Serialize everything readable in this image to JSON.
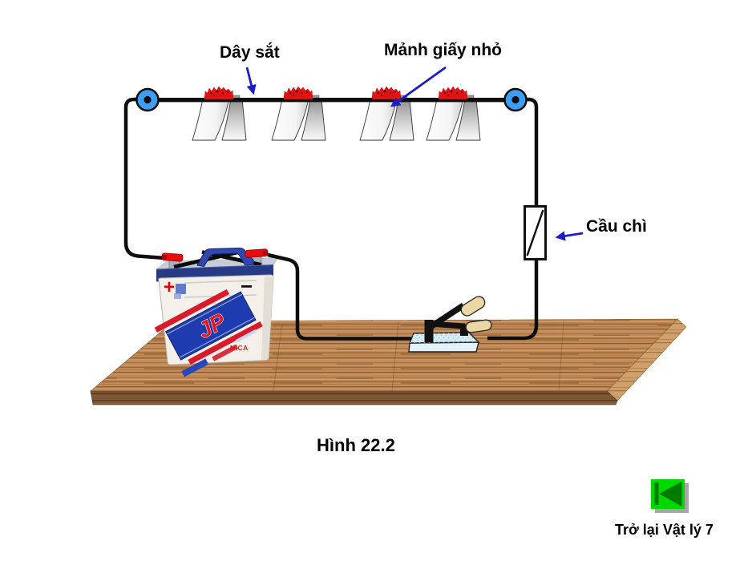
{
  "figure": {
    "caption": "Hình 22.2",
    "labels": {
      "iron_wire": "Dây sắt",
      "paper_pieces": "Mảnh giấy nhỏ",
      "fuse": "Cầu chì"
    },
    "battery": {
      "brand": "JP",
      "sub_brand": "NICA",
      "plus_mark": "+",
      "minus_mark": "−"
    }
  },
  "nav": {
    "back_label": "Trở lại Vật lý 7",
    "back_icon": "skip-to-start-icon"
  },
  "colors": {
    "background": "#ffffff",
    "label_text": "#000000",
    "arrow_blue": "#1c1cc8",
    "insulator_blue": "#3d9df2",
    "paper_flame_red": "#e31212",
    "wood_top": "#c18a56",
    "wood_front": "#7b5634",
    "button_green": "#00d800",
    "button_glyph": "#007c00",
    "battery_navy": "#273a86",
    "switch_base": "#d6edf5",
    "switch_handle_tan": "#ead7a4",
    "fuse_body": "#ffffff",
    "wire_black": "#0d0d0d"
  }
}
